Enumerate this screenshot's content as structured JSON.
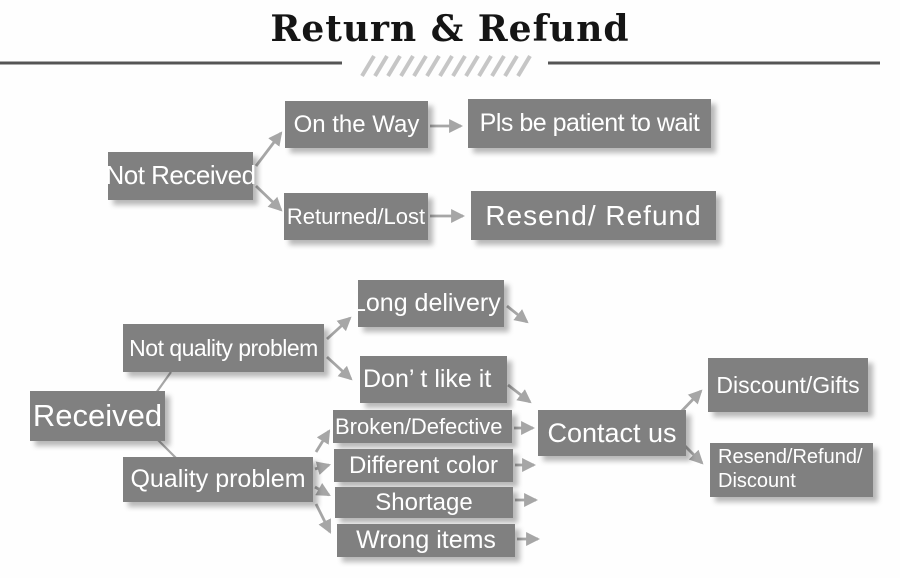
{
  "header": {
    "title": "Return & Refund"
  },
  "diagram": {
    "colors": {
      "box": "#808080",
      "box_text": "#ffffff",
      "arrow": "#a6a6a6",
      "title_text": "#151515",
      "rule_line": "#555555",
      "hatch": "#c6c6c6"
    },
    "nodes": {
      "not_received": "Not Received",
      "on_the_way": "On the Way",
      "pls_wait": "Pls be patient to wait",
      "returned_lost": "Returned/Lost",
      "resend_refund": "Resend/ Refund",
      "received": "Received",
      "not_quality_problem": "Not quality problem",
      "long_delivery": "Long delivery",
      "dont_like_it": "Don’ t like it",
      "quality_problem": "Quality problem",
      "broken_defective": "Broken/Defective",
      "different_color": "Different color",
      "shortage": "Shortage",
      "wrong_items": "Wrong items",
      "contact_us": "Contact us",
      "discount_gifts": "Discount/Gifts",
      "resend_refund_discount_line1": "Resend/Refund/",
      "resend_refund_discount_line2": "Discount"
    },
    "edges": [
      {
        "from": "Not Received",
        "to": "On the Way"
      },
      {
        "from": "Not Received",
        "to": "Returned/Lost"
      },
      {
        "from": "On the Way",
        "to": "Pls be patient to wait"
      },
      {
        "from": "Returned/Lost",
        "to": "Resend/ Refund"
      },
      {
        "from": "Received",
        "to": "Not quality problem"
      },
      {
        "from": "Received",
        "to": "Quality problem"
      },
      {
        "from": "Not quality problem",
        "to": "Long delivery"
      },
      {
        "from": "Not quality problem",
        "to": "Don’ t like it"
      },
      {
        "from": "Quality problem",
        "to": "Broken/Defective"
      },
      {
        "from": "Quality problem",
        "to": "Different color"
      },
      {
        "from": "Quality problem",
        "to": "Shortage"
      },
      {
        "from": "Quality problem",
        "to": "Wrong items"
      },
      {
        "from": "Long delivery",
        "to": "Contact us"
      },
      {
        "from": "Don’ t like it",
        "to": "Contact us"
      },
      {
        "from": "Broken/Defective",
        "to": "Contact us"
      },
      {
        "from": "Different color",
        "to": "Contact us"
      },
      {
        "from": "Shortage",
        "to": "Contact us"
      },
      {
        "from": "Wrong items",
        "to": "Contact us"
      },
      {
        "from": "Contact us",
        "to": "Discount/Gifts"
      },
      {
        "from": "Contact us",
        "to": "Resend/Refund/Discount"
      }
    ]
  }
}
